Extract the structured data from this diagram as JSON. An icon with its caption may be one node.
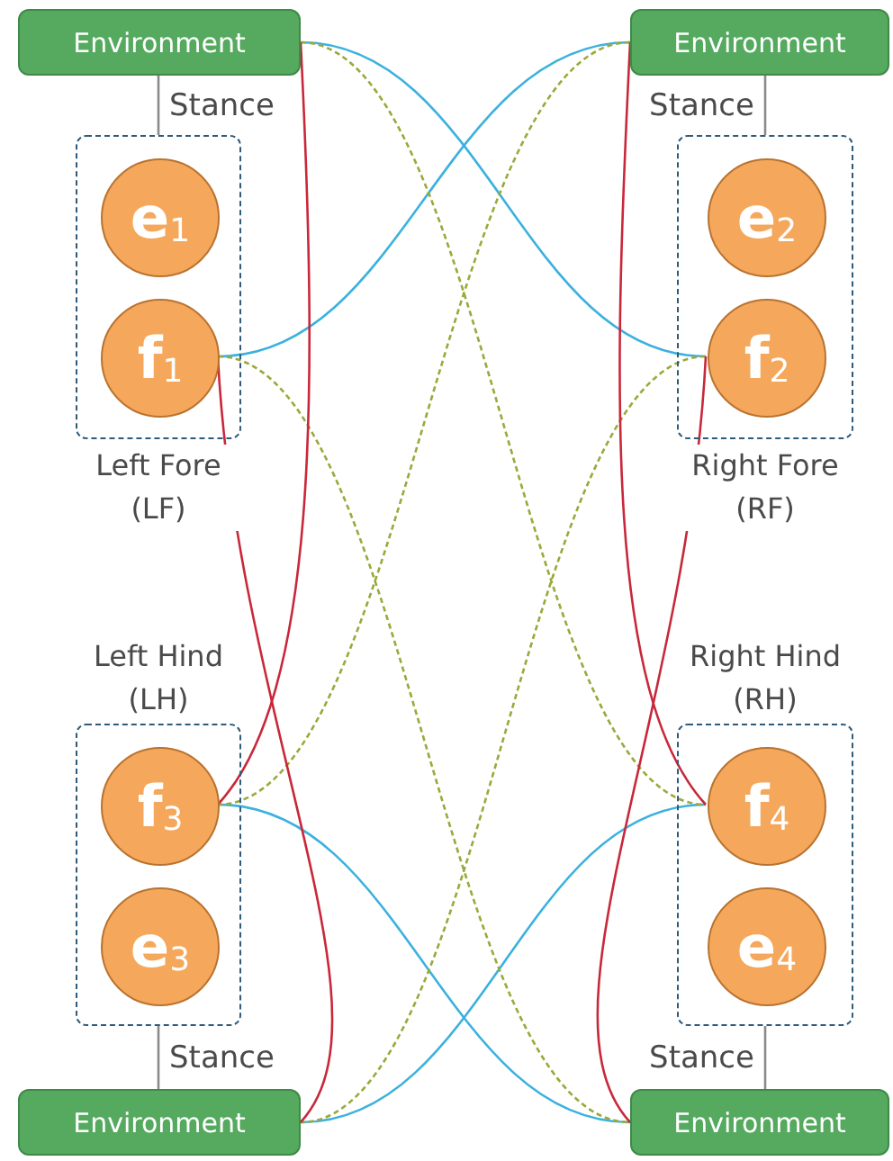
{
  "diagram": {
    "nodes": [
      {
        "text": [
          "Environment"
        ]
      },
      {
        "text": [
          "Environment"
        ]
      },
      {
        "text": [
          "Left Fore (LF)"
        ]
      },
      {
        "text": [
          "e$_{1}$"
        ],
        "in": 2
      },
      {
        "text": [
          "f$_{1}$"
        ],
        "in": 2
      },
      {
        "text": [
          "Right Fore (RF)"
        ]
      },
      {
        "text": [
          "e$_{2}$"
        ],
        "in": 5
      },
      {
        "text": [
          "f$_{2}$"
        ],
        "in": 5
      },
      {
        "text": [
          "Left Hind (LH)"
        ]
      },
      {
        "text": [
          "f$_{3}$"
        ],
        "in": 8
      },
      {
        "text": [
          "e$_{3}$"
        ],
        "in": 8
      },
      {
        "text": [
          "Right Hind (RH)"
        ]
      },
      {
        "text": [
          "f$_{4}$"
        ],
        "in": 11
      },
      {
        "text": [
          "e$_{4}$"
        ],
        "in": 11
      },
      {
        "text": [
          "Environment"
        ]
      },
      {
        "text": [
          "Environment"
        ]
      }
    ],
    "edges": [
      {
        "from": 0,
        "to": 2,
        "arrow": "none",
        "label": "Stance"
      },
      {
        "from": 1,
        "to": 5,
        "arrow": "none",
        "label": "Stance"
      },
      {
        "from": 8,
        "to": 14,
        "arrow": "none",
        "label": "Stance"
      },
      {
        "from": 11,
        "to": 15,
        "arrow": "none",
        "label": "Stance"
      },
      {
        "from": 0,
        "to": 7,
        "arrow": "none",
        "color": "#3cb1de"
      },
      {
        "from": 1,
        "to": 4,
        "arrow": "none",
        "color": "#3cb1de"
      },
      {
        "from": 9,
        "to": 15,
        "arrow": "none",
        "color": "#3cb1de"
      },
      {
        "from": 12,
        "to": 14,
        "arrow": "none",
        "color": "#3cb1de"
      },
      {
        "from": 0,
        "to": 12,
        "arrow": "none",
        "style": "dashed",
        "color": "#9aa93a"
      },
      {
        "from": 1,
        "to": 9,
        "arrow": "none",
        "style": "dashed",
        "color": "#9aa93a"
      },
      {
        "from": 4,
        "to": 15,
        "arrow": "none",
        "style": "dashed",
        "color": "#9aa93a"
      },
      {
        "from": 7,
        "to": 14,
        "arrow": "none",
        "style": "dashed",
        "color": "#9aa93a"
      },
      {
        "from": 0,
        "to": 9,
        "arrow": "none",
        "color": "#c8283a"
      },
      {
        "from": 1,
        "to": 12,
        "arrow": "none",
        "color": "#c8283a"
      },
      {
        "from": 4,
        "to": 14,
        "arrow": "none",
        "color": "#c8283a"
      },
      {
        "from": 7,
        "to": 15,
        "arrow": "none",
        "color": "#c8283a"
      }
    ]
  }
}
